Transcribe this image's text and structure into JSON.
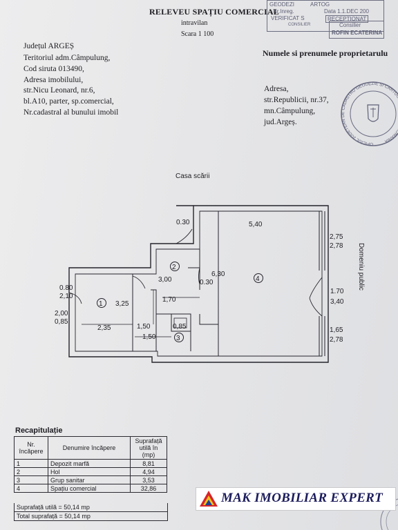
{
  "header": {
    "title": "RELEVEU SPAȚIU COMERCIAL",
    "line2": "intravilan",
    "scale": "Scara 1 100"
  },
  "property": {
    "lines": [
      "Județul ARGEȘ",
      "Teritoriul adm.Câmpulung,",
      "Cod siruta 013490,",
      "Adresa imobilului,",
      "str.Nicu Leonard, nr.6,",
      "bl.A10, parter, sp.comercial,",
      "Nr.cadastral al bunului imobil"
    ]
  },
  "owner": {
    "heading": "Numele si prenumele proprietarulu",
    "lines": [
      "Adresa,",
      "str.Republicii, nr.37,",
      "mn.Câmpulung,",
      "jud.Argeș."
    ]
  },
  "stamp": {
    "l1": "GEODEZI",
    "l1b": "ARTOG",
    "l2": "Nr.Inreg.",
    "l2b": "Data 1.1.DEC 200",
    "l3": "VERIFICAT S",
    "l3b": "RECEPTIONAT",
    "l4": "CONSILIER",
    "box2_l1": "Consilier",
    "box2_l2": "ROFIN ECATERINA",
    "seal_text": "OFICIUL JUDETEAN DE CADASTRU GEODEZIE SI CARTOGRAFIE ARGES ROMANIA"
  },
  "plan": {
    "stair_label": "Casa scării",
    "side_label": "Domeniu public",
    "dims": {
      "d030a": "0.30",
      "d540": "5,40",
      "d275": "2,75",
      "d278a": "2,78",
      "d630": "6,30",
      "d300": "3,00",
      "d030b": "0.30",
      "d080": "0.80",
      "d210": "2,10",
      "d325": "3,25",
      "d170a": "1,70",
      "d170b": "1.70",
      "d340": "3,40",
      "d200": "2,00",
      "d085a": "0,85",
      "d235": "2,35",
      "d150a": "1,50",
      "d085b": "0,85",
      "d150b": "1,50",
      "d165": "1,65",
      "d278b": "2,78"
    },
    "rooms": {
      "r1": "1",
      "r2": "2",
      "r3": "3",
      "r4": "4"
    }
  },
  "recap": {
    "title": "Recapitulație",
    "headers": [
      "Nr. încăpere",
      "Denumire încăpere",
      "Suprafață utilă în (mp)"
    ],
    "rows": [
      [
        "1",
        "Depozit marfă",
        "8,81"
      ],
      [
        "2",
        "Hol",
        "4,94"
      ],
      [
        "3",
        "Grup sanitar",
        "3,53"
      ],
      [
        "4",
        "Spațiu comercial",
        "32,86"
      ]
    ],
    "total_useful": "Suprafață utilă = 50,14 mp",
    "total_area": "Total suprafață = 50,14 mp"
  },
  "logo": {
    "text": "MAK IMOBILIAR EXPERT",
    "colors": {
      "red": "#d6242a",
      "yellow": "#f2c318",
      "blue": "#1d3f9e"
    }
  }
}
